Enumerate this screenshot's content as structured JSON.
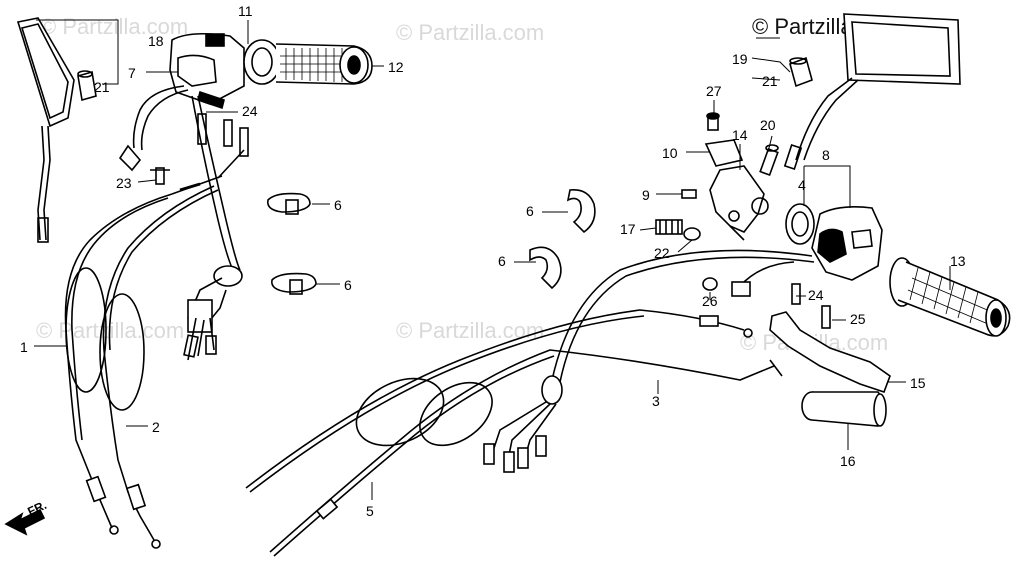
{
  "copyright": "© Partzilla.com",
  "watermark": "© Partzilla.com",
  "direction_label": "FR.",
  "callouts": [
    {
      "id": "c1",
      "text": "1"
    },
    {
      "id": "c2",
      "text": "2"
    },
    {
      "id": "c3",
      "text": "3"
    },
    {
      "id": "c4",
      "text": "4"
    },
    {
      "id": "c5",
      "text": "5"
    },
    {
      "id": "c6a",
      "text": "6"
    },
    {
      "id": "c6b",
      "text": "6"
    },
    {
      "id": "c6c",
      "text": "6"
    },
    {
      "id": "c6d",
      "text": "6"
    },
    {
      "id": "c7",
      "text": "7"
    },
    {
      "id": "c8",
      "text": "8"
    },
    {
      "id": "c9",
      "text": "9"
    },
    {
      "id": "c10",
      "text": "10"
    },
    {
      "id": "c11",
      "text": "11"
    },
    {
      "id": "c12",
      "text": "12"
    },
    {
      "id": "c13",
      "text": "13"
    },
    {
      "id": "c14",
      "text": "14"
    },
    {
      "id": "c15",
      "text": "15"
    },
    {
      "id": "c16",
      "text": "16"
    },
    {
      "id": "c17",
      "text": "17"
    },
    {
      "id": "c18",
      "text": "18"
    },
    {
      "id": "c19",
      "text": "19"
    },
    {
      "id": "c20",
      "text": "20"
    },
    {
      "id": "c21a",
      "text": "21"
    },
    {
      "id": "c21b",
      "text": "21"
    },
    {
      "id": "c22",
      "text": "22"
    },
    {
      "id": "c23",
      "text": "23"
    },
    {
      "id": "c24a",
      "text": "24"
    },
    {
      "id": "c24b",
      "text": "24"
    },
    {
      "id": "c25",
      "text": "25"
    },
    {
      "id": "c26",
      "text": "26"
    },
    {
      "id": "c27",
      "text": "27"
    }
  ]
}
